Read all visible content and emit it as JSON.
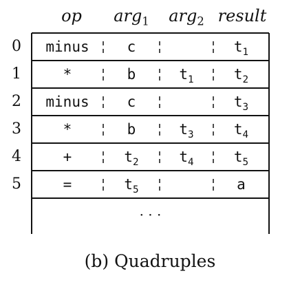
{
  "headers": {
    "op": "op",
    "arg1": "arg",
    "arg1_sub": "1",
    "arg2": "arg",
    "arg2_sub": "2",
    "result": "result"
  },
  "rows": [
    {
      "index": "0",
      "op": "minus",
      "arg1": "c",
      "arg1_sub": "",
      "arg2": "",
      "arg2_sub": "",
      "result": "t",
      "result_sub": "1"
    },
    {
      "index": "1",
      "op": "*",
      "arg1": "b",
      "arg1_sub": "",
      "arg2": "t",
      "arg2_sub": "1",
      "result": "t",
      "result_sub": "2"
    },
    {
      "index": "2",
      "op": "minus",
      "arg1": "c",
      "arg1_sub": "",
      "arg2": "",
      "arg2_sub": "",
      "result": "t",
      "result_sub": "3"
    },
    {
      "index": "3",
      "op": "*",
      "arg1": "b",
      "arg1_sub": "",
      "arg2": "t",
      "arg2_sub": "3",
      "result": "t",
      "result_sub": "4"
    },
    {
      "index": "4",
      "op": "+",
      "arg1": "t",
      "arg1_sub": "2",
      "arg2": "t",
      "arg2_sub": "4",
      "result": "t",
      "result_sub": "5"
    },
    {
      "index": "5",
      "op": "=",
      "arg1": "t",
      "arg1_sub": "5",
      "arg2": "",
      "arg2_sub": "",
      "result": "a",
      "result_sub": ""
    }
  ],
  "ellipsis": "· · ·",
  "caption": "(b) Quadruples"
}
